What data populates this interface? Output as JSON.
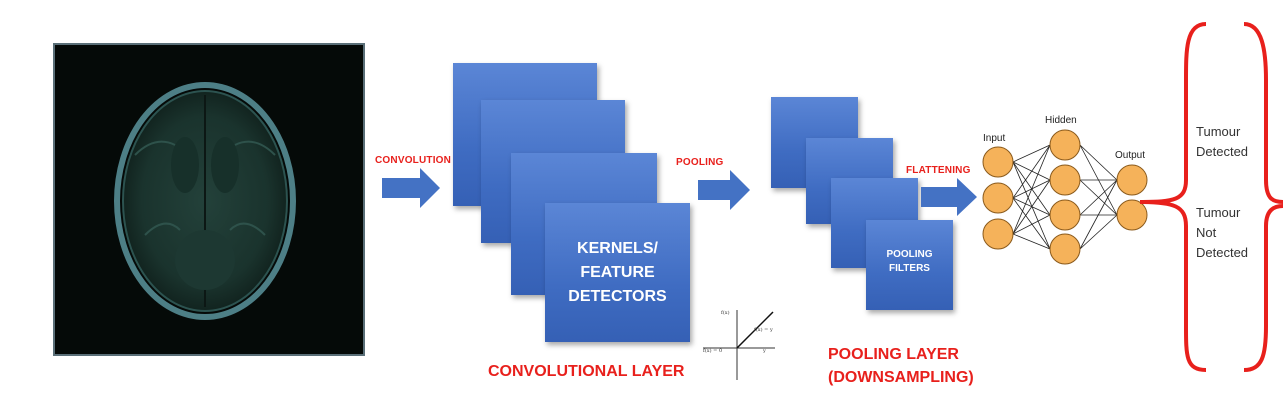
{
  "steps": {
    "convolution": "CONVOLUTION",
    "pooling": "POOLING",
    "flattening": "FLATTENING"
  },
  "maps": {
    "kernels": "KERNELS/\nFEATURE\nDETECTORS",
    "pooling_filters": "POOLING\nFILTERS"
  },
  "layers": {
    "convolutional": "CONVOLUTIONAL LAYER",
    "pooling_line1": "POOLING LAYER",
    "pooling_line2": "(DOWNSAMPLING)"
  },
  "relu": {
    "top_label": "f(x)",
    "right_label": "f(x) = y",
    "left_label": "f(x) = 0",
    "axis_label": "y"
  },
  "network": {
    "input_label": "Input",
    "hidden_label": "Hidden",
    "output_label": "Output"
  },
  "outputs": {
    "detected": "Tumour\nDetected",
    "not_detected": "Tumour\nNot\nDetected"
  },
  "colors": {
    "accent_red": "#e8201c",
    "map_blue": "#4472c4",
    "neuron_orange": "#f5b25a"
  }
}
